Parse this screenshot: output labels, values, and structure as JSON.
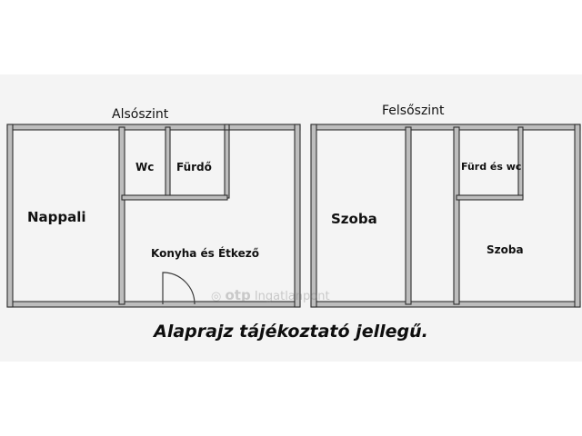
{
  "levels": {
    "lower": {
      "title": "Alsószint",
      "rooms": {
        "living": "Nappali",
        "wc": "Wc",
        "bathroom": "Fürdő",
        "kitchen": "Konyha és Étkező"
      }
    },
    "upper": {
      "title": "Felsőszint",
      "rooms": {
        "room_left": "Szoba",
        "bath_wc": "Fürd és wc",
        "room_right": "Szoba"
      }
    }
  },
  "watermark": {
    "brand": "otp",
    "text": "Ingatlanpont"
  },
  "caption": "Alaprajz tájékoztató jellegű.",
  "colors": {
    "wall_outer": "#2e2e2e",
    "wall_inner": "#bdbdbd",
    "text": "#111111"
  }
}
